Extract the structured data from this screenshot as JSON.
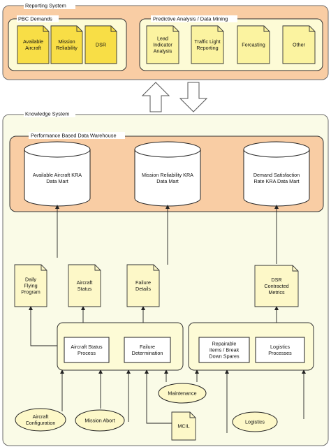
{
  "reporting_system": {
    "title": "Reporting System",
    "pbc_demands": {
      "title": "PBC Demands",
      "docs": [
        [
          "Available",
          "Aircraft"
        ],
        [
          "Mission",
          "Reliability"
        ],
        [
          "DSR"
        ]
      ]
    },
    "predictive_analysis": {
      "title": "Predictive Analysis / Data Mining",
      "docs": [
        [
          "Lead",
          "Indicator",
          "Analysis"
        ],
        [
          "Traffic Light",
          "Reporting"
        ],
        [
          "Forcasting"
        ],
        [
          "Other"
        ]
      ]
    }
  },
  "knowledge_system": {
    "title": "Knowledge System",
    "warehouse": {
      "title": "Performance Based Data Warehouse",
      "data_marts": [
        [
          "Available Aircraft KRA",
          "Data Mart"
        ],
        [
          "Mission Reliability KRA",
          "Data Mart"
        ],
        [
          "Demand Satisfaction",
          "Rate KRA Data Mart"
        ]
      ]
    },
    "documents": [
      [
        "Daily",
        "Flying",
        "Program"
      ],
      [
        "Aircraft",
        "Status"
      ],
      [
        "Failure",
        "Details"
      ],
      [
        "DSR",
        "Contracted",
        "Metrics"
      ]
    ],
    "processes_left": [
      [
        "Aircraft Status",
        "Process"
      ],
      [
        "Failure",
        "Determination"
      ]
    ],
    "processes_right": [
      [
        "Repairable",
        "Items / Break",
        "Down Spares"
      ],
      [
        "Logistics",
        "Processes"
      ]
    ]
  },
  "sources": {
    "ellipses": [
      [
        "Aircraft",
        "Configuration"
      ],
      [
        "Mission Abort"
      ],
      [
        "Maintenance"
      ],
      [
        "Logistics"
      ]
    ],
    "mcil": [
      "MCIL"
    ]
  },
  "colors": {
    "orange_fill": "#f9cda4",
    "cream_fill": "#fdfbd6",
    "yellow_doc": "#f8de46",
    "pale_yellow_doc": "#fbf3a0",
    "doc_light": "#fdf8c8",
    "green_panel": "#fafbe7"
  }
}
